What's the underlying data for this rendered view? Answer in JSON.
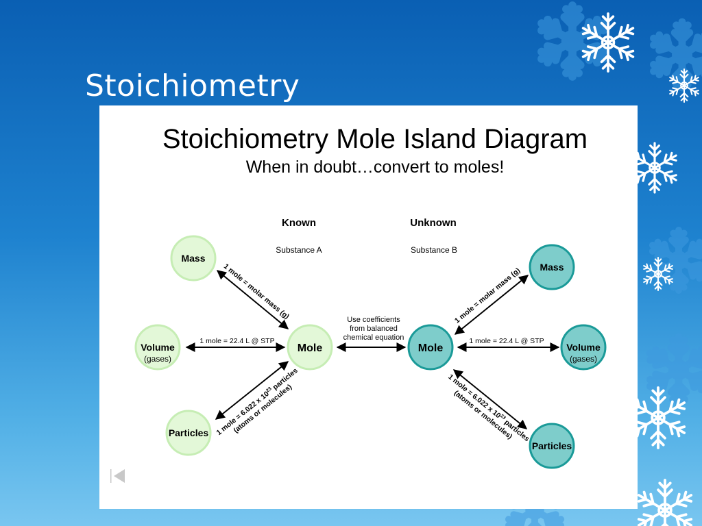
{
  "slide": {
    "title": "Stoichiometry"
  },
  "diagram": {
    "title": "Stoichiometry Mole Island Diagram",
    "subtitle": "When in doubt…convert to moles!",
    "known": {
      "heading": "Known",
      "substance": "Substance A"
    },
    "unknown": {
      "heading": "Unknown",
      "substance": "Substance B"
    },
    "nodes": {
      "mass_a": "Mass",
      "volume_a": "Volume",
      "volume_a_sub": "(gases)",
      "mole_a": "Mole",
      "particles_a": "Particles",
      "mass_b": "Mass",
      "volume_b": "Volume",
      "volume_b_sub": "(gases)",
      "mole_b": "Mole",
      "particles_b": "Particles"
    },
    "center_note": [
      "Use coefficients",
      "from balanced",
      "chemical equation"
    ],
    "conversions": {
      "molar_mass": "1 mole  =  molar mass (g)",
      "volume": "1 mole  =  22.4 L @ STP",
      "particles_line1_a": "1 mole  =  6.022 x 10",
      "particles_exp": "23",
      "particles_line1_b": " particles",
      "particles_line2": "(atoms or molecules)"
    }
  },
  "colors": {
    "background_top": "#0a5fb3",
    "background_bottom": "#79c6f0",
    "known_fill": "#e3f8d8",
    "unknown_fill": "#7ecdcb",
    "unknown_stroke": "#1a9a98"
  },
  "icons": {
    "decoration": "snowflake-icon",
    "nav": "previous-slide-icon"
  }
}
